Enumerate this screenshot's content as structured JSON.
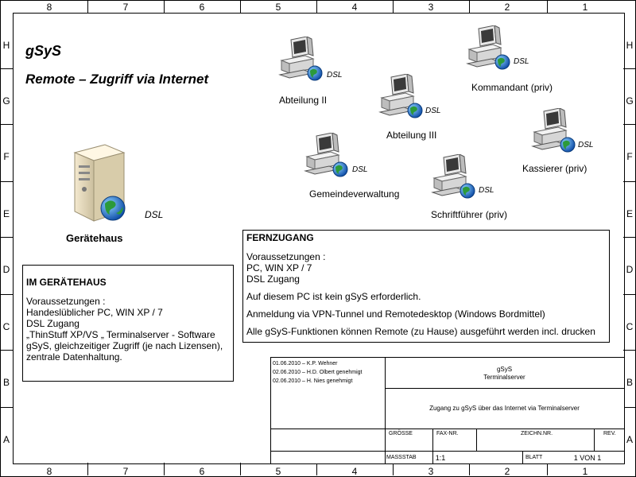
{
  "frame": {
    "columns": [
      "8",
      "7",
      "6",
      "5",
      "4",
      "3",
      "2",
      "1"
    ],
    "rows": [
      "H",
      "G",
      "F",
      "E",
      "D",
      "C",
      "B",
      "A"
    ]
  },
  "header": {
    "title": "gSyS",
    "subtitle": "Remote – Zugriff via Internet"
  },
  "dsl_label": "DSL",
  "server": {
    "label": "Gerätehaus",
    "dsl": "DSL"
  },
  "computers": [
    {
      "label": "Abteilung II",
      "dsl": "DSL"
    },
    {
      "label": "Abteilung III",
      "dsl": "DSL"
    },
    {
      "label": "Kommandant (priv)",
      "dsl": "DSL"
    },
    {
      "label": "Kassierer (priv)",
      "dsl": "DSL"
    },
    {
      "label": "Gemeindeverwaltung",
      "dsl": "DSL"
    },
    {
      "label": "Schriftführer (priv)",
      "dsl": "DSL"
    }
  ],
  "fernzugang": {
    "heading": "FERNZUGANG",
    "req_title": "Voraussetzungen :",
    "req_1": "PC, WIN XP / 7",
    "req_2": "DSL Zugang",
    "note_1": "Auf diesem PC ist kein gSyS erforderlich.",
    "note_2": "Anmeldung via VPN-Tunnel und Remotedesktop (Windows Bordmittel)",
    "note_3": "Alle gSyS-Funktionen können Remote (zu Hause) ausgeführt werden incl. drucken"
  },
  "geraetehaus": {
    "heading": "IM GERÄTEHAUS",
    "req_title": "Voraussetzungen :",
    "req_1": "Handeslüblicher PC, WIN XP / 7",
    "req_2": "DSL Zugang",
    "req_3": "„ThinStuff XP/VS „ Terminalserver - Software",
    "req_4": "gSyS, gleichzeitiger Zugriff (je nach Lizensen),",
    "req_5": "zentrale Datenhaltung."
  },
  "titleblock": {
    "rev_1": "01.06.2010 – K.P. Wehner",
    "rev_2": "02.06.2010 – H.D. Olbert genehmigt",
    "rev_3": "02.06.2010 – H. Nies genehmigt",
    "project": "gSyS",
    "project_sub": "Terminalserver",
    "description": "Zugang zu gSyS über das Internet via Terminalserver",
    "groesse": "GRÖSSE",
    "fax": "FAX-NR.",
    "zeichn": "ZEICHN.NR.",
    "rev": "REV.",
    "massstab": "MASSSTAB",
    "scale": "1:1",
    "blatt": "BLATT",
    "sheet": "1 VON 1"
  }
}
